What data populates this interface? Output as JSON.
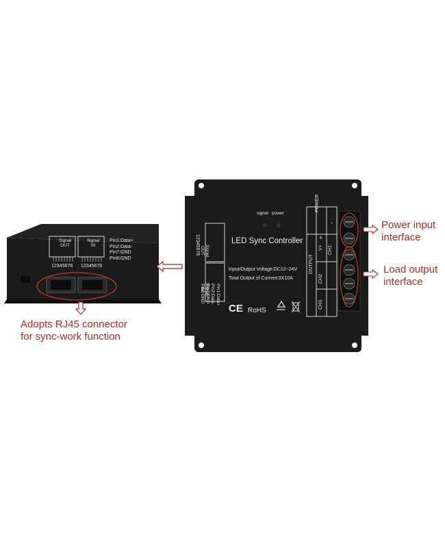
{
  "side_device": {
    "ports_label_left": "Signal\nOUT",
    "ports_label_right": "Signal\nIN",
    "pin_numbers_left": "12345678",
    "pin_numbers_right": "12345678",
    "pins": [
      "Pin1:Data+",
      "Pin2:Data-",
      "Pin7:GND",
      "Pin8:GND"
    ]
  },
  "main_device": {
    "title": "LED Sync Controller",
    "indicators": [
      "signal",
      "power"
    ],
    "voltage": "Input/Output Voltage:DC12~24V",
    "current": "Total  Output of Current:3X10A",
    "certs": [
      "CE",
      "RoHS"
    ],
    "signal_out": "Signal\nOUT",
    "signal_in": "Signal\nIN",
    "pin_numbers": "12345678",
    "pins": [
      "Pin1:Data+",
      "Pin2:Data-",
      "Pin7:GND",
      "Pin8:GND"
    ],
    "terminal_labels": {
      "power": "POWER",
      "plus": "+",
      "minus": "-",
      "output": "OUTPUT",
      "vplus": "V+",
      "ch1": "CH1",
      "ch2": "CH2",
      "ch3": "CH3"
    }
  },
  "callouts": {
    "power_input": "Power input\ninterface",
    "load_output": "Load output\ninterface",
    "rj45": "Adopts RJ45 connector\nfor sync-work function"
  },
  "colors": {
    "device_body": "#1b1b1b",
    "callout_red": "#b0281f",
    "highlight_circle": "#c0392b"
  }
}
